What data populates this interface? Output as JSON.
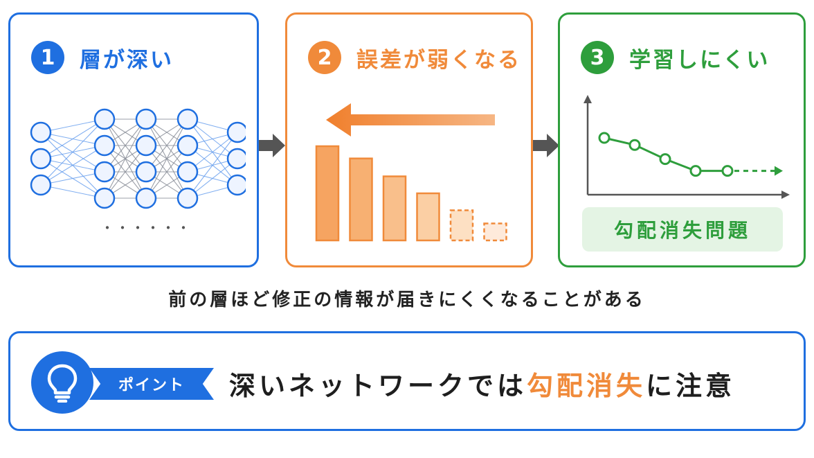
{
  "panels": [
    {
      "number": "1",
      "title": "層が深い",
      "ellipsis": "・・・・・・"
    },
    {
      "number": "2",
      "title": "誤差が弱くなる"
    },
    {
      "number": "3",
      "title": "学習しにくい",
      "badge": "勾配消失問題"
    }
  ],
  "caption": "前の層ほど修正の情報が届きにくくなることがある",
  "point": {
    "tag": "ポイント",
    "message_before": "深いネットワークでは",
    "message_highlight": "勾配消失",
    "message_after": "に注意"
  },
  "network": {
    "layers": [
      3,
      4,
      4,
      4,
      3
    ]
  },
  "bars": {
    "values": [
      1.0,
      0.87,
      0.68,
      0.5,
      0.32,
      0.18
    ],
    "dashed_from": 4
  },
  "loss_curve": {
    "values": [
      1.0,
      0.85,
      0.55,
      0.3,
      0.3
    ],
    "trend": "flat"
  },
  "colors": {
    "blue": "#1f6fe0",
    "orange": "#f08a3a",
    "green": "#2e9e3c",
    "gray": "#555555"
  },
  "icons": {
    "connector": "right-arrow-icon",
    "backprop": "left-arrow-icon",
    "point": "lightbulb-icon"
  }
}
